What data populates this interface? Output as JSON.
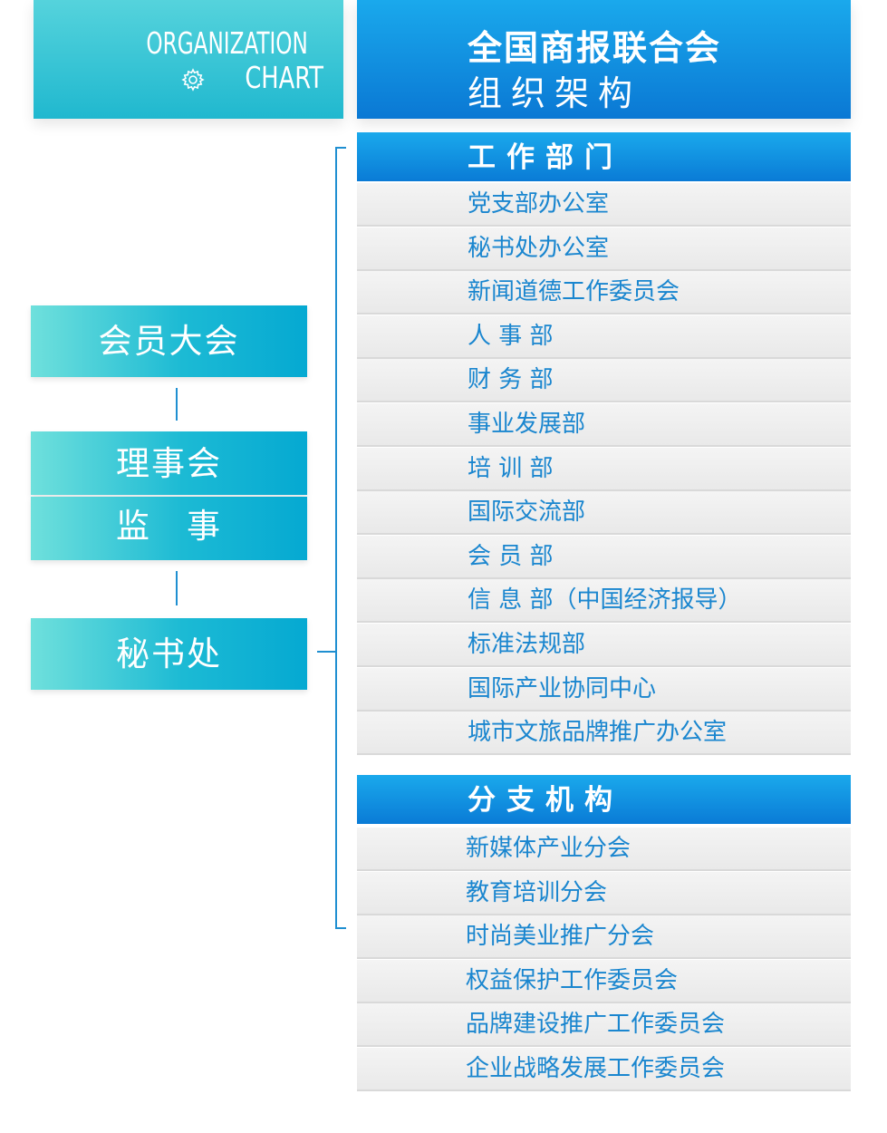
{
  "header": {
    "org_line1": "ORGANIZATION",
    "org_line2": "CHART",
    "title_main": "全国商报联合会",
    "title_sub": "组织架构"
  },
  "left": {
    "general_assembly": "会员大会",
    "council": "理事会",
    "supervisor": "监　事",
    "secretariat": "秘书处"
  },
  "departments": {
    "header": "工作部门",
    "items": [
      "党支部办公室",
      "秘书处办公室",
      "新闻道德工作委员会",
      "人 事 部",
      "财 务 部",
      "事业发展部",
      "培 训 部",
      "国际交流部",
      "会 员 部",
      "信 息 部（中国经济报导）",
      "标准法规部",
      "国际产业协同中心",
      "城市文旅品牌推广办公室"
    ]
  },
  "branches": {
    "header": "分支机构",
    "items": [
      "新媒体产业分会",
      "教育培训分会",
      "时尚美业推广分会",
      "权益保护工作委员会",
      "品牌建设推广工作委员会",
      "企业战略发展工作委员会"
    ]
  },
  "colors": {
    "teal": "#20b8cf",
    "blue": "#0a78d4",
    "text_blue": "#1a86cf",
    "row_bg": "#efefef"
  }
}
